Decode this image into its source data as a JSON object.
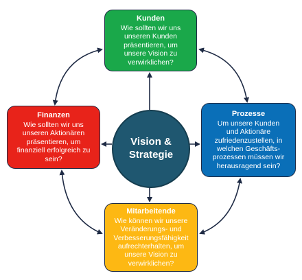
{
  "center": {
    "line1": "Vision &",
    "line2": "Strategie",
    "color": "#1f5770"
  },
  "kunden": {
    "title": "Kunden",
    "lines": [
      "Wie sollten wir uns",
      "unseren Kunden",
      "präsentieren, um",
      "unsere Vision zu",
      "verwirklichen?"
    ],
    "color": "#1aa84a"
  },
  "finanzen": {
    "title": "Finanzen",
    "lines": [
      "Wie sollten wir uns",
      "unseren Aktionären",
      "präsentieren, um",
      "finanziell erfolgreich zu",
      "sein?"
    ],
    "color": "#e8231a"
  },
  "prozesse": {
    "title": "Prozesse",
    "lines": [
      "Um unsere Kunden",
      "und Aktionäre",
      "zufriedenzustellen, in",
      "welchen Geschäfts-",
      "prozessen müssen wir",
      "herausragend sein?"
    ],
    "color": "#0a6fb8"
  },
  "mitarbeitende": {
    "title": "Mitarbeitende",
    "lines": [
      "Wie können wir unsere",
      "Veränderungs- und",
      "Verbesserungsfähigkeit",
      "aufrechterhalten, um",
      "unsere Vision zu",
      "verwirklichen?"
    ],
    "color": "#fdb813"
  },
  "arrow_color": "#1f2b45"
}
